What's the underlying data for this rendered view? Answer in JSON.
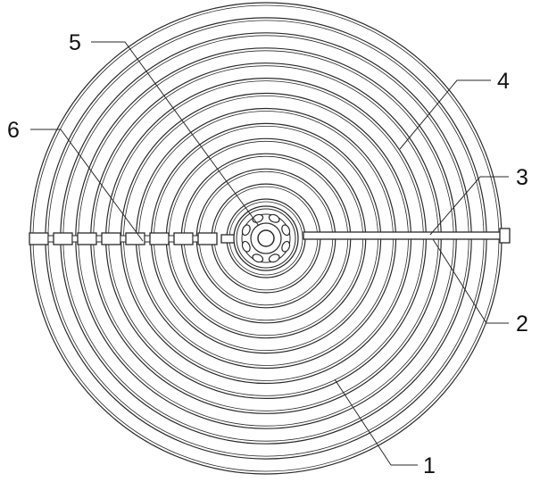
{
  "labels": {
    "part_1": "1",
    "part_2": "2",
    "part_3": "3",
    "part_4": "4",
    "part_5": "5",
    "part_6": "6"
  },
  "colors": {
    "line": "#2a2a2a",
    "background": "#ffffff"
  },
  "components": {
    "concentric_rings": 14,
    "ring_line_style": "double",
    "left_arm_segments": 8,
    "hub_rollers": 8
  }
}
